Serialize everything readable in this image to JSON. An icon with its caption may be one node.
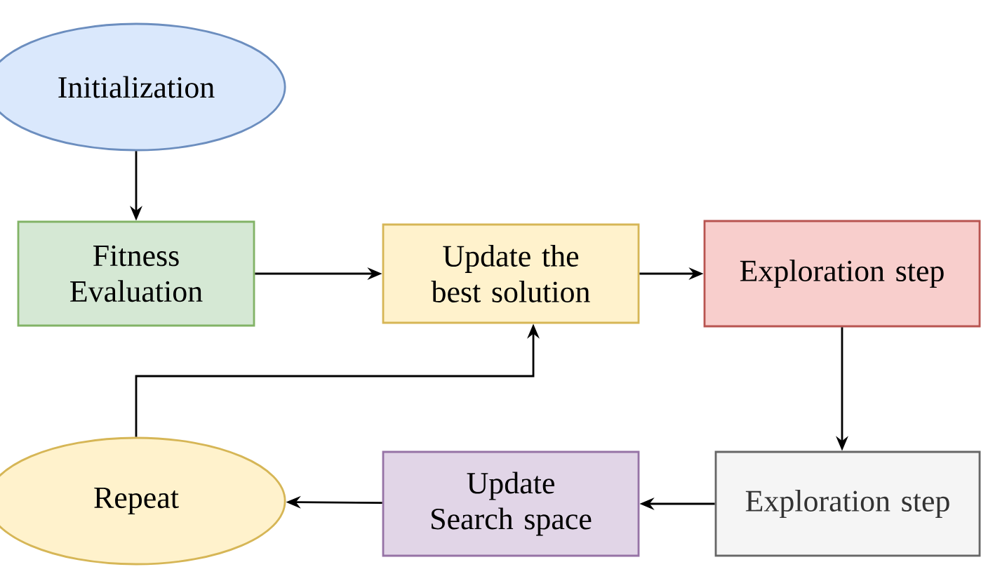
{
  "diagram": {
    "nodes": [
      {
        "text": [
          "Initialization"
        ]
      },
      {
        "text": [
          "Fitness Evaluation"
        ]
      },
      {
        "text": [
          "Update the best solution"
        ]
      },
      {
        "text": [
          "Exploration step"
        ]
      },
      {
        "text": [
          "Exploration step"
        ]
      },
      {
        "text": [
          "Update Search space"
        ]
      },
      {
        "text": [
          "Repeat"
        ]
      }
    ],
    "edges": [
      {
        "from": 0,
        "to": 1,
        "arrow": "to"
      },
      {
        "from": 1,
        "to": 2,
        "arrow": "to"
      },
      {
        "from": 2,
        "to": 3,
        "arrow": "to"
      },
      {
        "from": 3,
        "to": 4,
        "arrow": "to"
      },
      {
        "from": 4,
        "to": 5,
        "arrow": "to"
      },
      {
        "from": 5,
        "to": 6,
        "arrow": "to"
      },
      {
        "from": 6,
        "to": 2,
        "arrow": "to"
      }
    ]
  }
}
